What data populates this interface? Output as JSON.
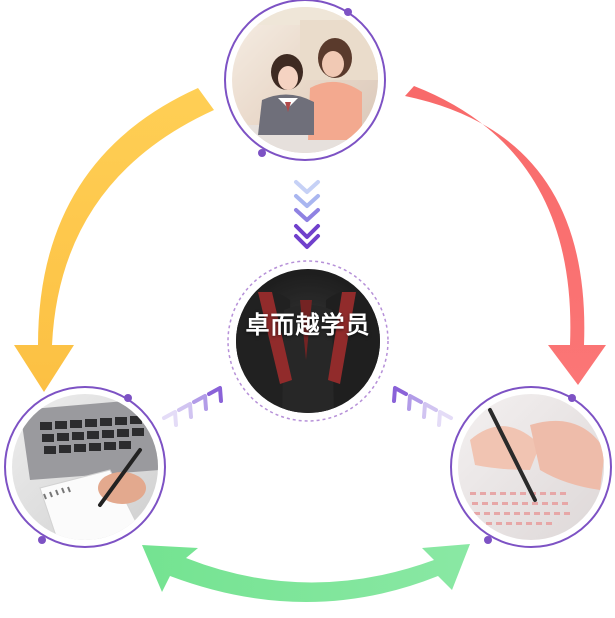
{
  "center": {
    "label": "卓而越学员"
  },
  "colors": {
    "ring": "#7d52c4",
    "yellow": "#fcc548",
    "red": "#f96f6f",
    "green": "#7ee39b",
    "chevron": "#7a4fd1",
    "chevron_light": "#cdbdf2"
  },
  "nodes": {
    "top": {
      "image": "teacher-tutoring-student-photo"
    },
    "left": {
      "image": "laptop-notebook-writing-photo"
    },
    "right": {
      "image": "exam-answer-sheet-photo"
    },
    "center": {
      "image": "graduates-photo"
    }
  }
}
